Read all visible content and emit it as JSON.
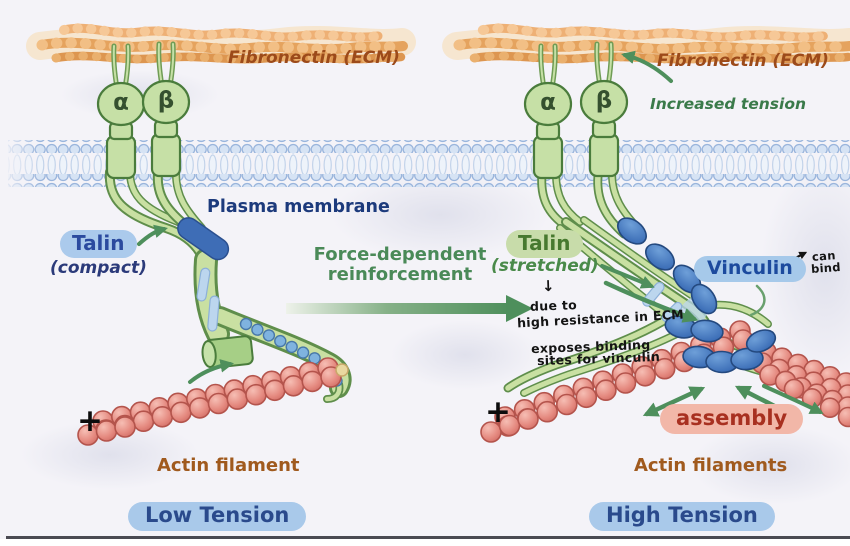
{
  "left_panel": {
    "fibronectin_label": "Fibronectin (ECM)",
    "integrin_alpha": "α",
    "integrin_beta": "β",
    "plasma_membrane_label": "Plasma membrane",
    "talin_label": "Talin",
    "talin_state": "(compact)",
    "actin_plus": "+",
    "actin_label": "Actin filament",
    "tension_badge": "Low Tension"
  },
  "center": {
    "caption_line1": "Force-dependent",
    "caption_line2": "reinforcement"
  },
  "right_panel": {
    "fibronectin_label": "Fibronectin (ECM)",
    "increased_tension_label": "Increased tension",
    "integrin_alpha": "α",
    "integrin_beta": "β",
    "talin_label": "Talin",
    "talin_state": "(stretched)",
    "vinculin_label": "Vinculin",
    "assembly_badge": "assembly",
    "actin_plus": "+",
    "actin_label": "Actin filaments",
    "tension_badge": "High Tension"
  },
  "handwritten_notes": {
    "down_arrow": "↓",
    "line1": "due to",
    "line2": "high resistance in ECM",
    "line3": "exposes binding",
    "line4": "sites for vinculin",
    "can": "can",
    "bind": "bind"
  },
  "colors": {
    "fibronectin_text": "#9c4a1a",
    "fibronectin_fiber": "#e8a763",
    "membrane_label_text": "#1c3a7c",
    "integrin_green": "#c6e0a6",
    "talin_rod_blue": "#3e6db6",
    "vinculin_blue": "#3567b2",
    "green_arrow": "#4e8f5c",
    "green_label_text": "#3f7d45",
    "actin_red": "#e4887e",
    "actin_label_text": "#a05a1e",
    "blue_badge_bg": "#a9c9ea",
    "blue_badge_text": "#2a4a8c",
    "assembly_badge_bg": "#f2b7a8",
    "assembly_badge_text": "#a83020",
    "handwriting_color": "#141414"
  }
}
